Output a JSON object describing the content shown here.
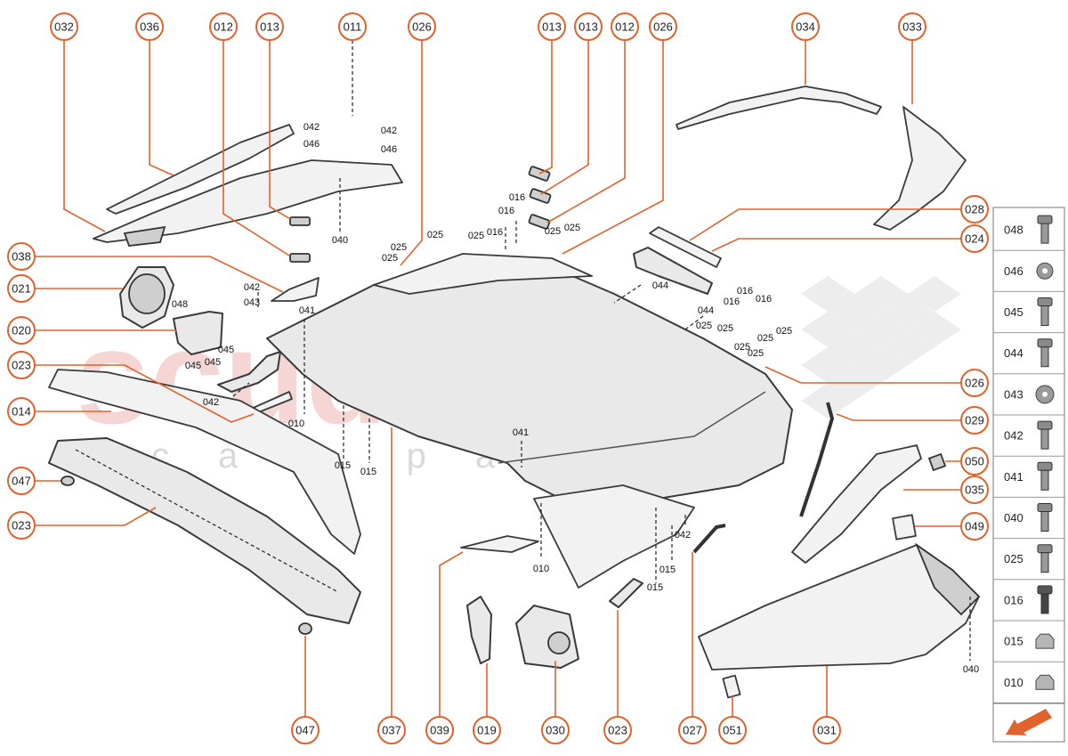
{
  "watermark": {
    "main": "scuderia",
    "sub": "car parts"
  },
  "callouts": {
    "c032": "032",
    "c036": "036",
    "c012a": "012",
    "c013a": "013",
    "c011": "011",
    "c026a": "026",
    "c013b": "013",
    "c013c": "013",
    "c012b": "012",
    "c026b": "026",
    "c034": "034",
    "c033": "033",
    "c038": "038",
    "c021": "021",
    "c020": "020",
    "c023a": "023",
    "c014": "014",
    "c047a": "047",
    "c023b": "023",
    "c028": "028",
    "c024": "024",
    "c026c": "026",
    "c029": "029",
    "c050": "050",
    "c035": "035",
    "c049": "049",
    "c047b": "047",
    "c037": "037",
    "c039": "039",
    "c019": "019",
    "c030": "030",
    "c023c": "023",
    "c027": "027",
    "c051": "051",
    "c031": "031"
  },
  "labels": {
    "l042a": "042",
    "l046a": "046",
    "l042b": "042",
    "l046b": "046",
    "l040a": "040",
    "l025a": "025",
    "l025b": "025",
    "l025c": "025",
    "l025d": "025",
    "l016a": "016",
    "l016b": "016",
    "l016c": "016",
    "l025e": "025",
    "l025f": "025",
    "l042c": "042",
    "l043": "043",
    "l041a": "041",
    "l048": "048",
    "l045a": "045",
    "l045b": "045",
    "l045c": "045",
    "l042d": "042",
    "l010a": "010",
    "l015a": "015",
    "l015b": "015",
    "l044a": "044",
    "l044b": "044",
    "l016d": "016",
    "l016e": "016",
    "l016f": "016",
    "l025g": "025",
    "l025h": "025",
    "l025i": "025",
    "l025j": "025",
    "l025k": "025",
    "l041b": "041",
    "l010b": "010",
    "l042e": "042",
    "l015c": "015",
    "l015d": "015",
    "l040b": "040"
  },
  "legend": [
    {
      "code": "048",
      "icon": "bolt-flange-hex-icon"
    },
    {
      "code": "046",
      "icon": "washer-icon"
    },
    {
      "code": "045",
      "icon": "bolt-hex-icon"
    },
    {
      "code": "044",
      "icon": "screw-pan-icon"
    },
    {
      "code": "043",
      "icon": "washer-large-icon"
    },
    {
      "code": "042",
      "icon": "bolt-long-icon"
    },
    {
      "code": "041",
      "icon": "screw-torx-icon"
    },
    {
      "code": "040",
      "icon": "screw-flange-icon"
    },
    {
      "code": "025",
      "icon": "clip-pin-icon"
    },
    {
      "code": "016",
      "icon": "bolt-dark-icon"
    },
    {
      "code": "015",
      "icon": "nut-cap-icon"
    },
    {
      "code": "010",
      "icon": "nut-flange-icon"
    }
  ],
  "colors": {
    "accent": "#e0622c",
    "line": "#3a3a3a"
  }
}
